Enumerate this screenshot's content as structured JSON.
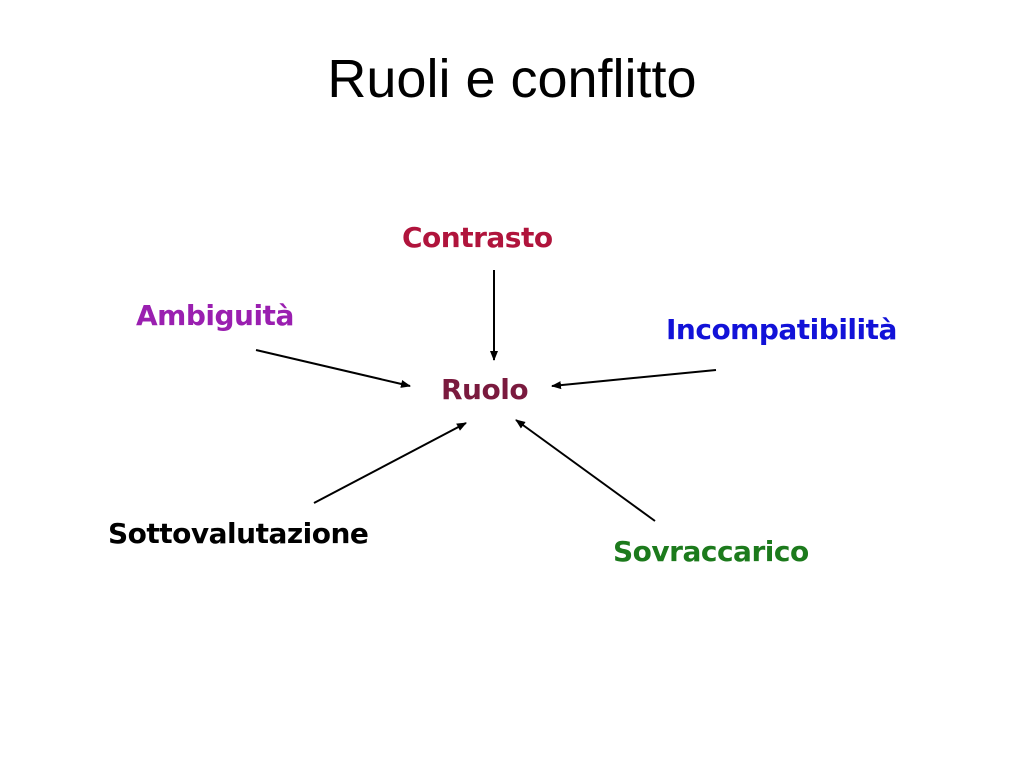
{
  "slide": {
    "title": "Ruoli e conflitto"
  },
  "diagram": {
    "center": {
      "label": "Ruolo",
      "color": "#7a1a3e"
    },
    "nodes": {
      "contrasto": {
        "label": "Contrasto",
        "color": "#b0143c"
      },
      "ambiguita": {
        "label": "Ambiguità",
        "color": "#9a1fb0"
      },
      "incompatibilita": {
        "label": "Incompatibilità",
        "color": "#1212d8"
      },
      "sottovalutazione": {
        "label": "Sottovalutazione",
        "color": "#000000"
      },
      "sovraccarico": {
        "label": "Sovraccarico",
        "color": "#1c7a1c"
      }
    },
    "arrow_color": "#000000"
  }
}
